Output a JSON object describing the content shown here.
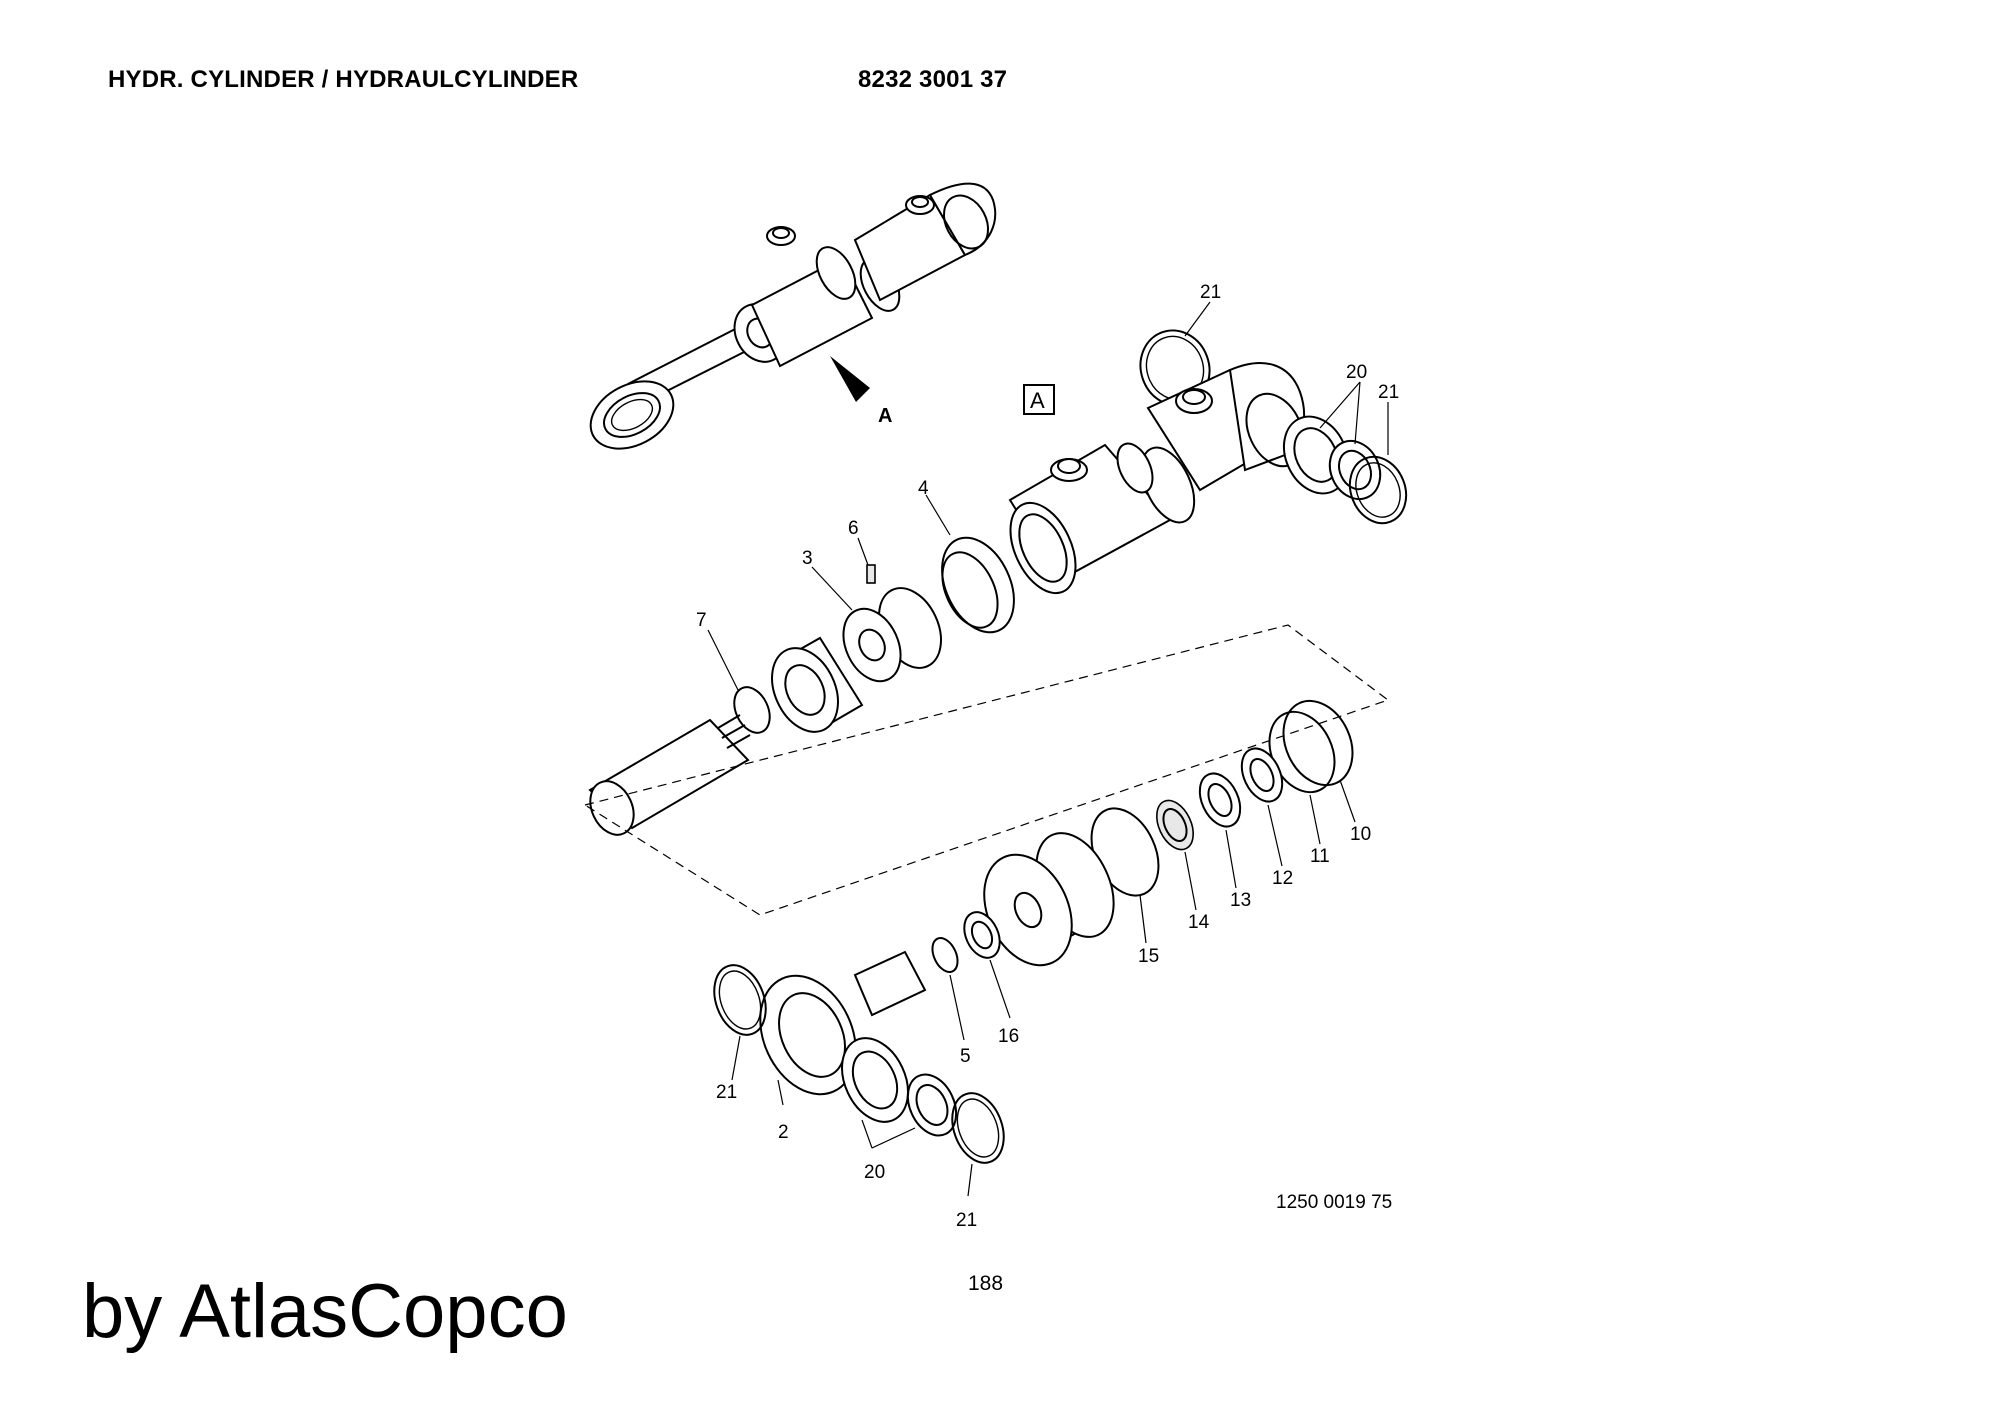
{
  "header": {
    "title": "HYDR. CYLINDER / HYDRAULCYLINDER",
    "part_number": "8232 3001 37"
  },
  "detail_marker": "A",
  "detail_label": "A",
  "callouts": {
    "c21a": "21",
    "c20a": "20",
    "c21b": "21",
    "c4": "4",
    "c6": "6",
    "c3": "3",
    "c7": "7",
    "c10": "10",
    "c11": "11",
    "c12": "12",
    "c13": "13",
    "c14": "14",
    "c15": "15",
    "c16": "16",
    "c5": "5",
    "c21c": "21",
    "c2": "2",
    "c20b": "20",
    "c21d": "21"
  },
  "drawing_number": "1250 0019 75",
  "page_number": "188",
  "watermark": "by AtlasCopco"
}
